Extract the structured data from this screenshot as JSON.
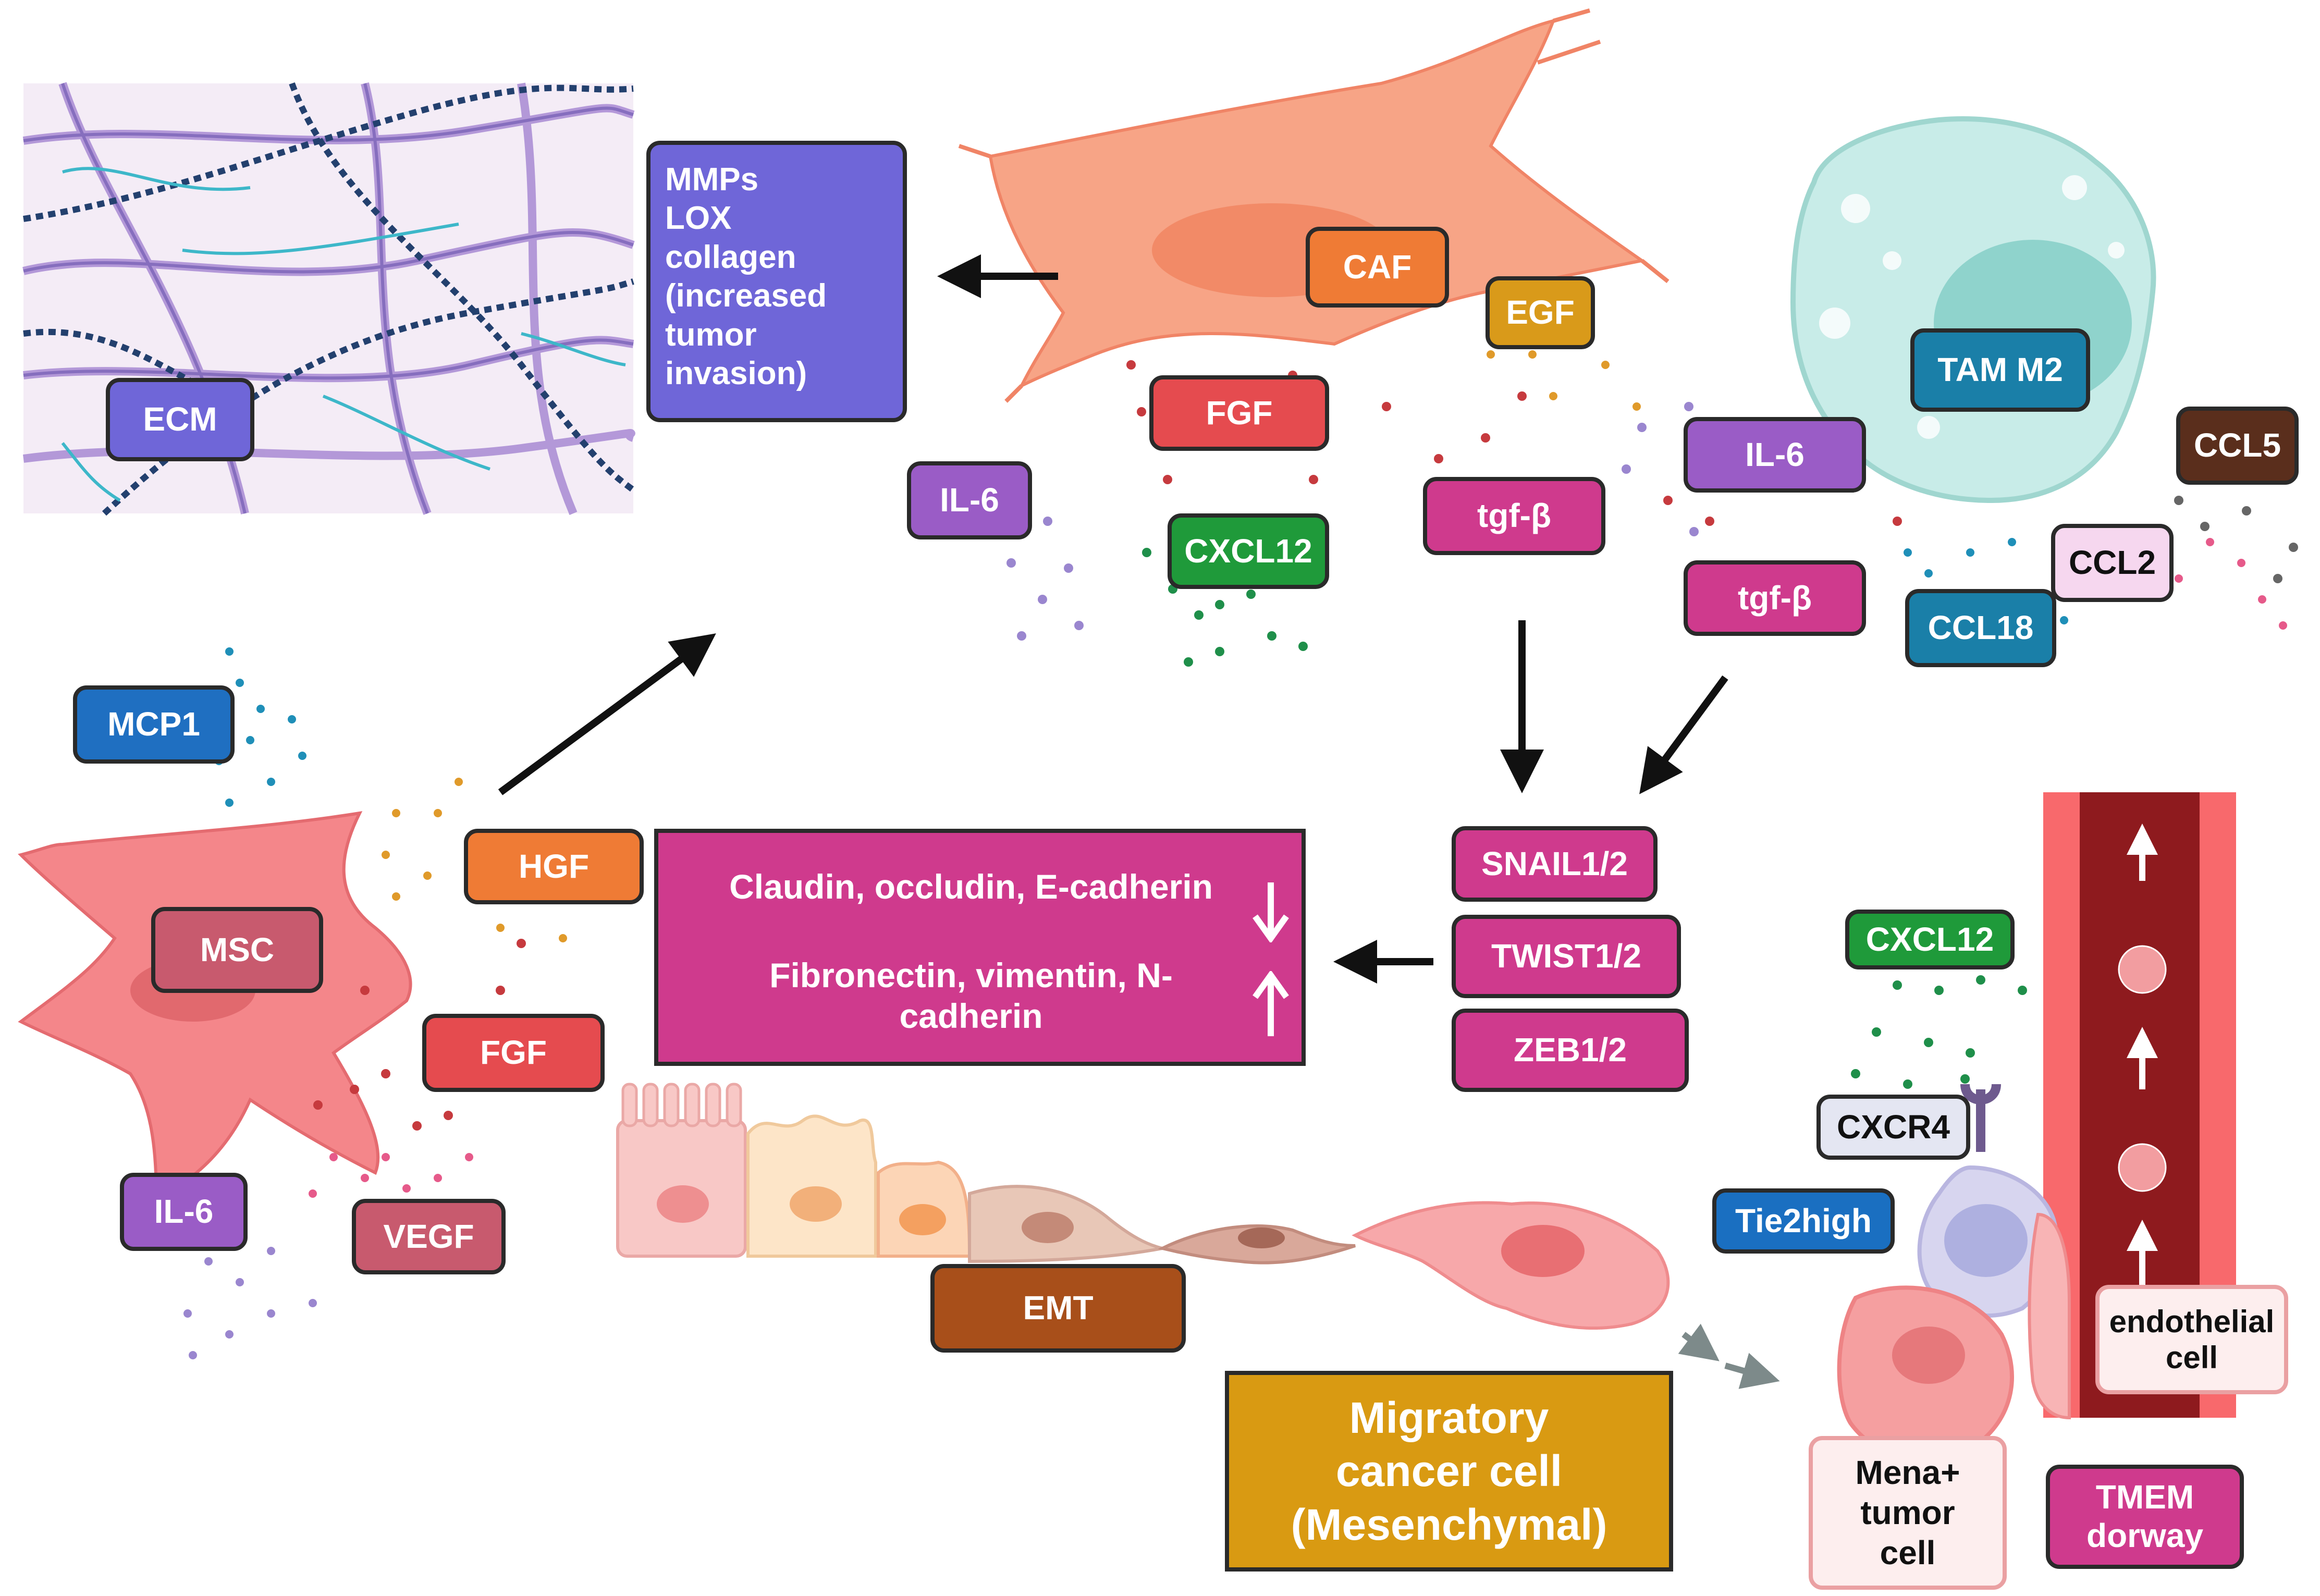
{
  "labels": {
    "ecm": "ECM",
    "mmps": "MMPs\nLOX\ncollagen\n(increased\ntumor\ninvasion)",
    "caf": "CAF",
    "egf": "EGF",
    "fgf_top": "FGF",
    "il6_top": "IL-6",
    "cxcl12_top": "CXCL12",
    "tgfb_top": "tgf-β",
    "tam": "TAM M2",
    "il6_tam": "IL-6",
    "ccl5": "CCL5",
    "ccl2": "CCL2",
    "tgfb_tam": "tgf-β",
    "ccl18": "CCL18",
    "mcp1": "MCP1",
    "msc": "MSC",
    "hgf": "HGF",
    "fgf_msc": "FGF",
    "il6_msc": "IL-6",
    "vegf": "VEGF",
    "emt_line1": "Claudin, occludin, E-cadherin",
    "emt_line2": "Fibronectin, vimentin, N-\ncadherin",
    "snail": "SNAIL1/2",
    "twist": "TWIST1/2",
    "zeb": "ZEB1/2",
    "emt": "EMT",
    "migratory": "Migratory\ncancer cell\n(Mesenchymal)",
    "cxcl12_right": "CXCL12",
    "cxcr4": "CXCR4",
    "tie2": "Tie2high",
    "endothelial": "endothelial\ncell",
    "mena": "Mena+\ntumor\ncell",
    "tmem": "TMEM\ndorway"
  },
  "colors": {
    "ecm_box": "#6f66d8",
    "caf": "#ef7b35",
    "egf": "#d99a1a",
    "fgf": "#e54b4f",
    "il6": "#9a5cc6",
    "cxcl12": "#1f9a3a",
    "tgfb": "#cf3a8d",
    "tam": "#1a7fa8",
    "ccl5": "#5a2e1c",
    "ccl2": "#f6d7ef",
    "mcp1": "#1f6fc1",
    "msc": "#c85a6e",
    "hgf": "#ef7b35",
    "vegf": "#c85a6e",
    "emt_panel": "#cf3a8d",
    "emt": "#a84f1a",
    "migratory": "#d99a12",
    "cxcr4": "#e4e6f2",
    "tie2": "#1a6fc1",
    "endothelial": "#fdeeee",
    "tmem": "#cf3a8d"
  },
  "icons": [
    "arrow-left-icon",
    "arrow-up-right-icon",
    "arrow-down-icon",
    "arrow-down-left-icon",
    "down-arrow-icon",
    "up-arrow-icon",
    "dashed-arrow-icon",
    "blood-flow-arrow-icon"
  ]
}
